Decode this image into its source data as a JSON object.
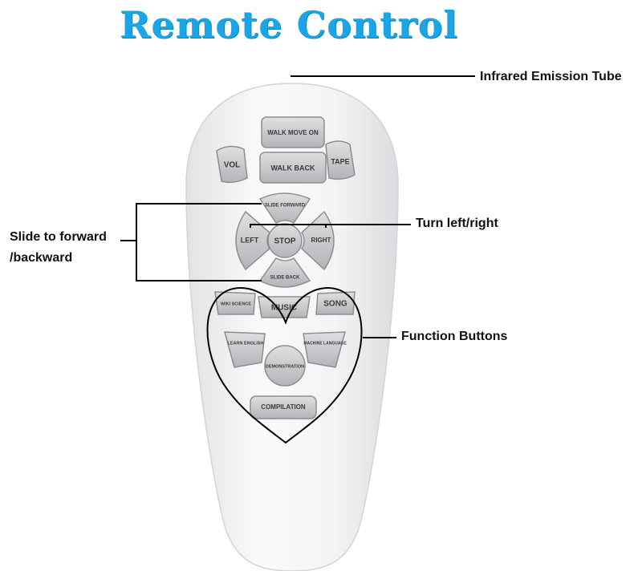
{
  "title": "Remote Control",
  "callouts": {
    "infrared": "Infrared Emission Tube",
    "slide_line1": "Slide to forward",
    "slide_line2": "/backward",
    "turn": "Turn left/right",
    "function": "Function Buttons"
  },
  "buttons": {
    "walk_move_on": "WALK MOVE ON",
    "vol": "VOL",
    "walk_back": "WALK BACK",
    "tape": "TAPE",
    "slide_forward": "SLIDE FORWARD",
    "left": "LEFT",
    "stop": "STOP",
    "right": "RIGHT",
    "slide_back": "SLIDE BACK",
    "wiki_science": "WIKI SCIENCE",
    "music": "MUSIC",
    "song": "SONG",
    "learn_english": "LEARN ENGLISH",
    "machine_language": "MACHINE LANGUAGE",
    "demonstration": "DEMONSTRATION",
    "compilation": "COMPILATION"
  },
  "colors": {
    "title": "#1aa6e6",
    "remote_body": "#f3f3f5",
    "button": "#c9c9cc"
  }
}
